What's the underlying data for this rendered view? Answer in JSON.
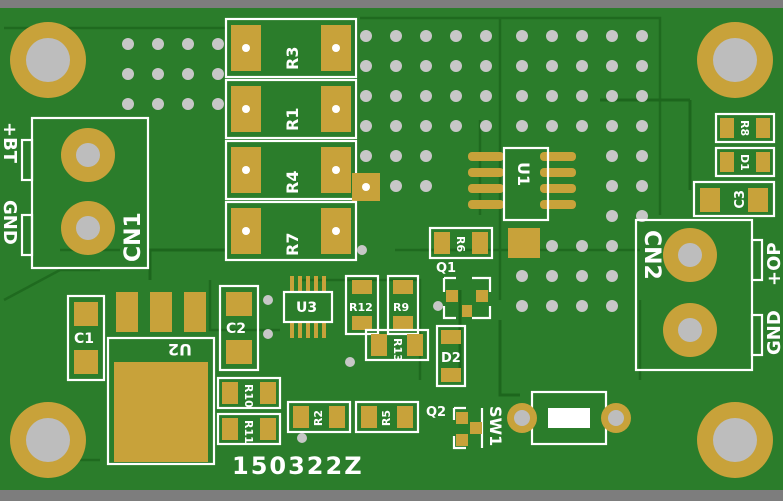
{
  "board": {
    "date_code": "150322Z",
    "colors": {
      "soldermask": "#2b7d2b",
      "copper_pad": "#c8a23a",
      "silkscreen": "#ffffff",
      "edge": "#7d7d7d"
    }
  },
  "connectors": {
    "cn1": {
      "ref": "CN1",
      "pin1_label": "+BT",
      "pin2_label": "GND"
    },
    "cn2": {
      "ref": "CN2",
      "pin1_label": "+OP",
      "pin2_label": "GND"
    }
  },
  "resistors": {
    "r1": "R1",
    "r2": "R2",
    "r3": "R3",
    "r4": "R4",
    "r5": "R5",
    "r6": "R6",
    "r7": "R7",
    "r8": "R8",
    "r9": "R9",
    "r10": "R10",
    "r11": "R11",
    "r12": "R12",
    "r13": "R13"
  },
  "capacitors": {
    "c1": "C1",
    "c2": "C2",
    "c3": "C3"
  },
  "diodes": {
    "d1": "D1",
    "d2": "D2"
  },
  "transistors": {
    "q1": "Q1",
    "q2": "Q2"
  },
  "ics": {
    "u1": "U1",
    "u2": "U2",
    "u3": "U3"
  },
  "switch": {
    "sw1": "SW1"
  }
}
